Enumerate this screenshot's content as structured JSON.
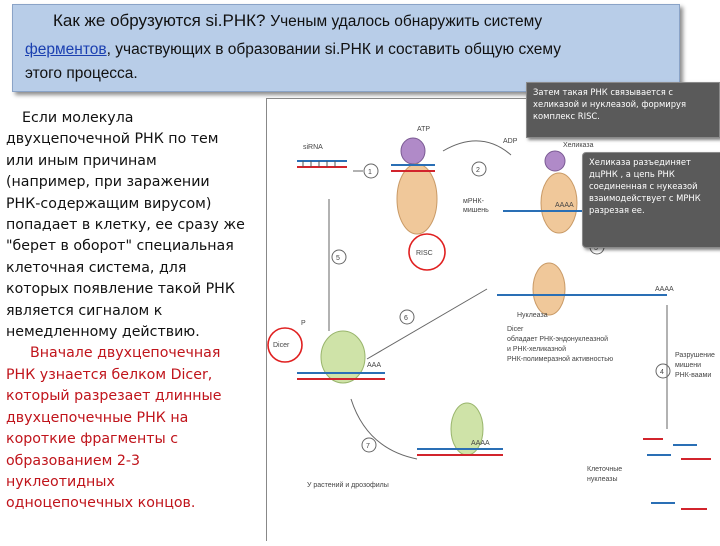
{
  "header": {
    "title": "Как же обрузуются si.РНК?",
    "title_rest": "Ученым удалось обнаружить систему",
    "line2_link": "ферментов",
    "line2_rest": ", участвующих в образовании si.РНК и составить общую схему",
    "line3": "этого процесса."
  },
  "left_text": {
    "p1": [
      "Если молекула",
      "двухцепочечной РНК по тем",
      "или иным причинам",
      "(например, при заражении",
      "РНК-содержащим вирусом)",
      "попадает в клетку, ее сразу же",
      "\"берет в оборот\" специальная",
      "клеточная система, для",
      "которых появление такой РНК",
      "является сигналом к",
      "немедленному действию."
    ],
    "p2": [
      "Вначале двухцепочечная",
      "РНК узнается белком Dicer,",
      "который разрезает длинные",
      "двухцепочечные РНК на",
      "короткие фрагменты с",
      "образованием 2-3",
      "нуклеотидных",
      "одноцепочечных концов."
    ]
  },
  "callouts": {
    "c1": [
      "Затем такая РНК связывается с",
      "хеликазой и нуклеазой, формируя",
      "комплекс RISC."
    ],
    "c2": [
      "Хеликаза разъединяет",
      "дцРНК , а цепь РНК",
      "соединенная с нукеазой",
      "взаимодействует с МРНК",
      "разрезая ее."
    ]
  },
  "diagram": {
    "labels": {
      "sirna": "siRNA",
      "atp": "ATP",
      "adp": "ADP",
      "helicase": "Хеликаза",
      "mrna_target": "мРНК-",
      "mrna_target2": "мишень",
      "aaaa": "AAAA",
      "aaa": "AAA",
      "risc": "RISC",
      "nuclease": "Нуклеаза",
      "dicer": "Dicer",
      "p": "P",
      "dicer_desc": [
        "Dicer",
        "обладает РНК-эндонуклеазной",
        "и РНК-хеликазной",
        "РНК-полимеразной активностью"
      ],
      "plants": "У растений и дрозофилы",
      "degradation": [
        "Разрушение",
        "мишени",
        "РНК-ваами"
      ],
      "cell_nuclease": [
        "Клеточные",
        "нуклеазы"
      ]
    },
    "steps": [
      "1",
      "2",
      "3",
      "4",
      "5",
      "6",
      "7"
    ],
    "colors": {
      "strand_red": "#d2242c",
      "strand_blue": "#2a6fb5",
      "helicase_purple": "#b08ac8",
      "nuclease_orange": "#f0c89a",
      "dicer_green": "#cfe3a8",
      "highlight_circle": "#e02020"
    }
  }
}
